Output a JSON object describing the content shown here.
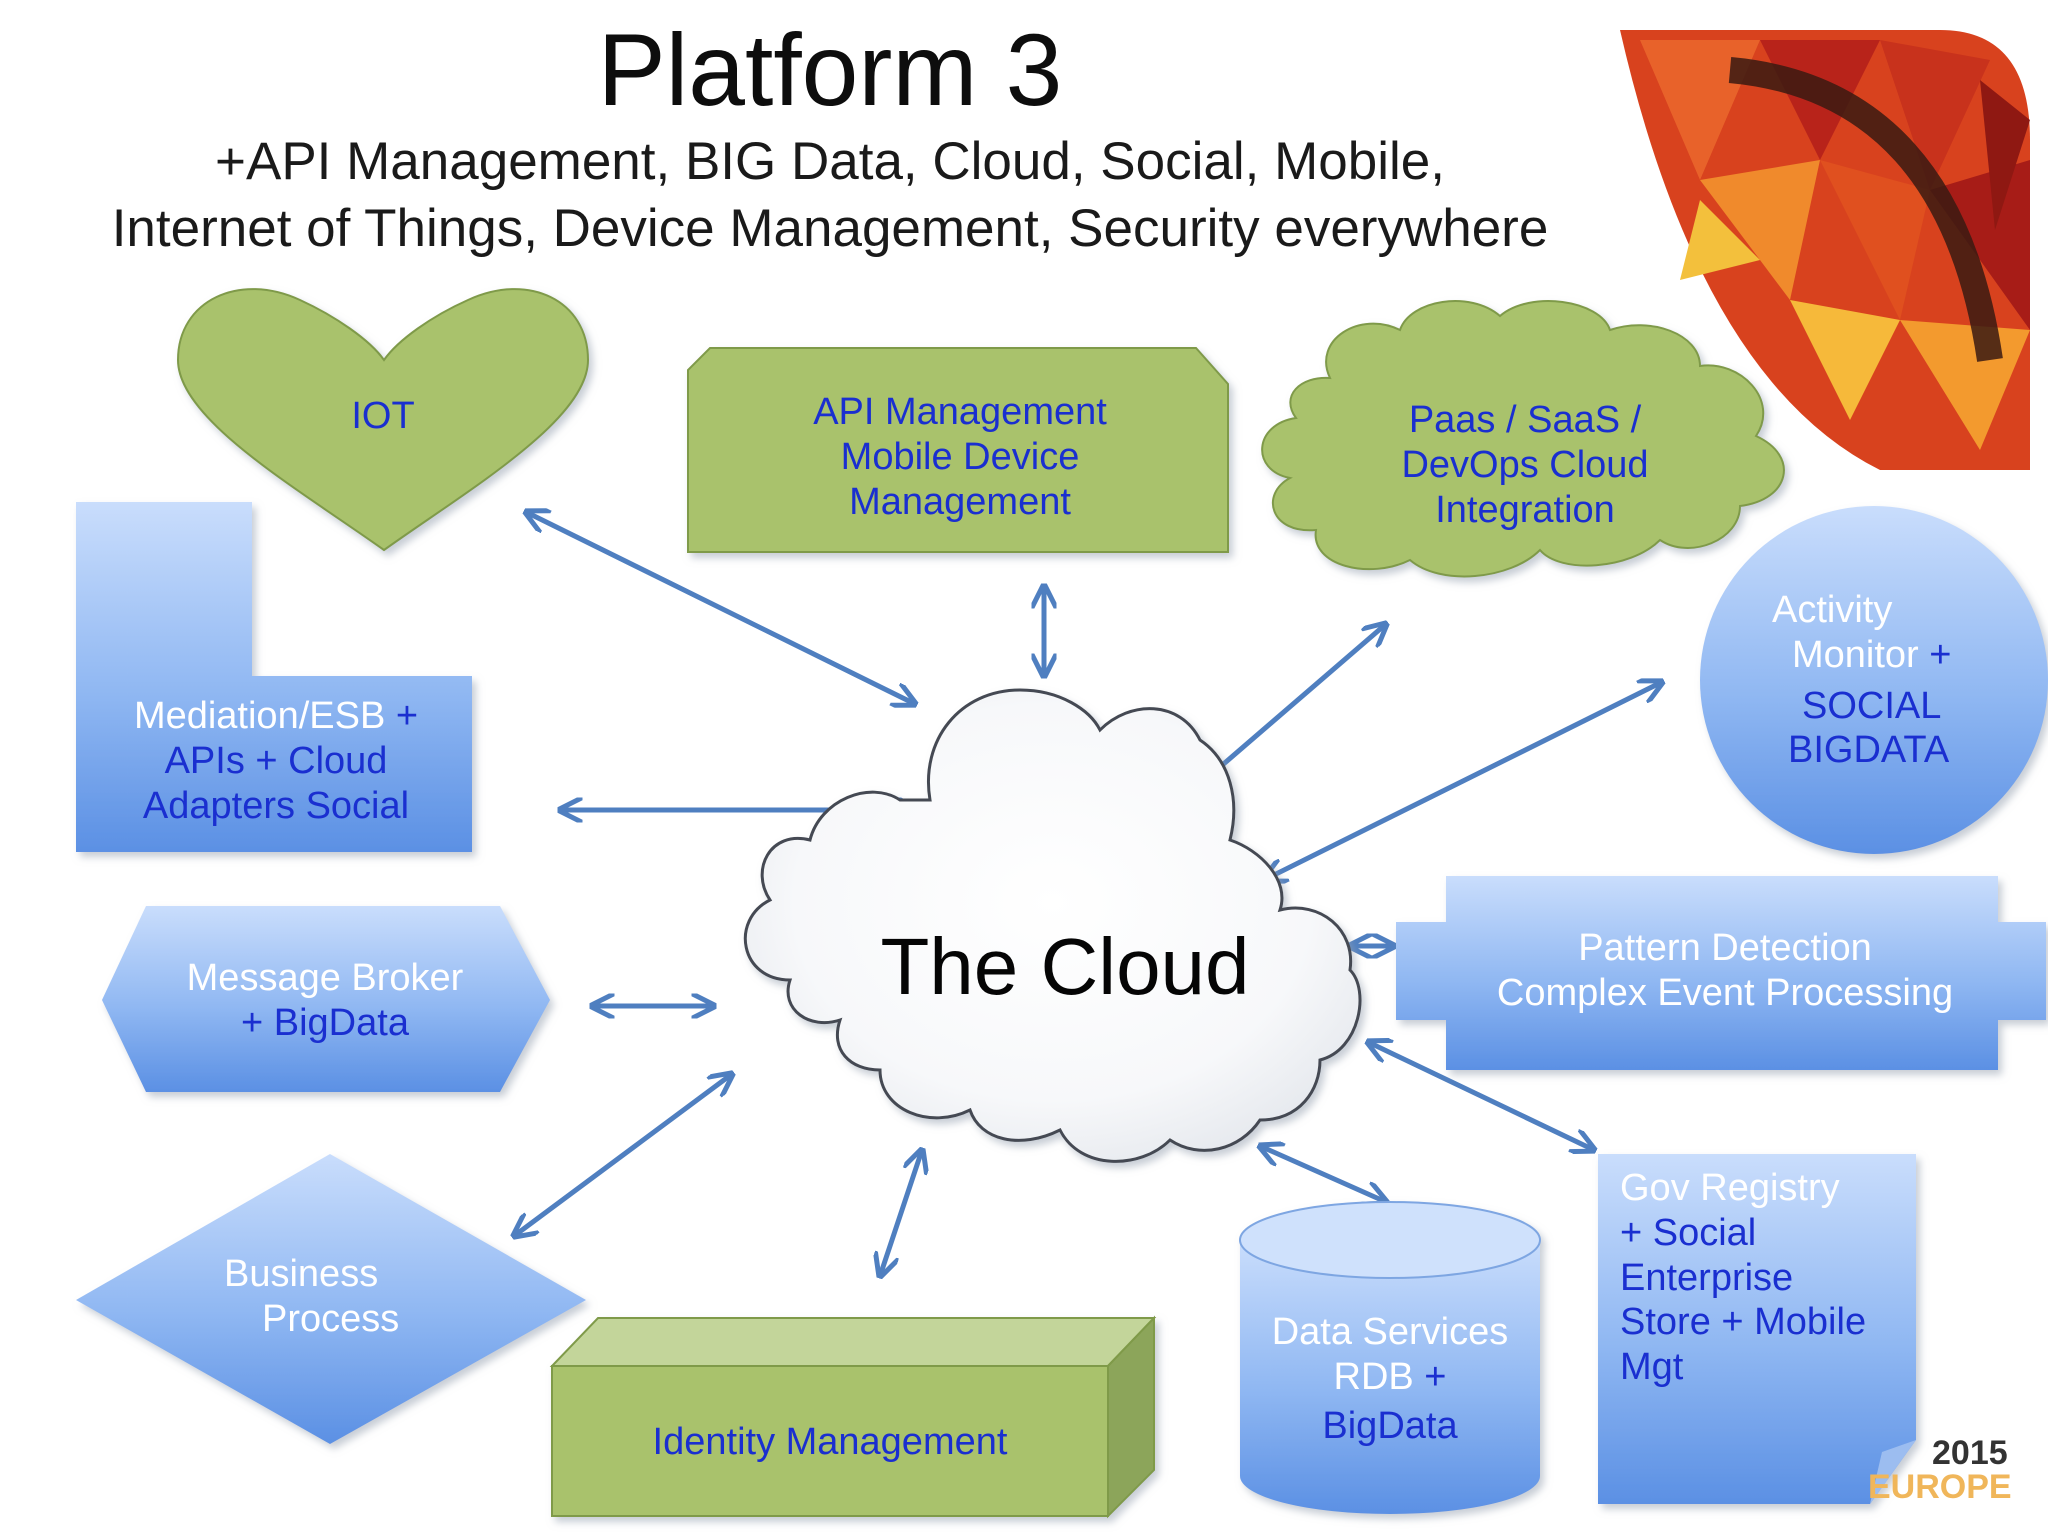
{
  "title": "Platform 3",
  "subtitle": {
    "line1": "+API Management, BIG Data, Cloud, Social, Mobile,",
    "line2": "Internet of Things, Device Management, Security everywhere"
  },
  "center": {
    "label": "The Cloud"
  },
  "nodes": {
    "iot": {
      "label": "IOT"
    },
    "api": {
      "line1": "API Management",
      "line2": "Mobile Device",
      "line3": "Management"
    },
    "paas": {
      "line1": "Paas / SaaS /",
      "line2": "DevOps Cloud",
      "line3": "Integration"
    },
    "activity": {
      "line1": "Activity",
      "line2a": "Monitor ",
      "line2b": "+",
      "line3": "SOCIAL",
      "line4": "BIGDATA"
    },
    "mediation": {
      "line1a": "Mediation/ESB ",
      "line1b": "+",
      "line2": "APIs + Cloud",
      "line3": "Adapters Social"
    },
    "pattern": {
      "line1": "Pattern Detection",
      "line2": "Complex Event Processing"
    },
    "broker": {
      "line1": "Message Broker",
      "line2": "+ BigData"
    },
    "business": {
      "line1": "Business",
      "line2": "Process"
    },
    "identity": {
      "label": "Identity Management"
    },
    "data": {
      "line1": "Data Services",
      "line2a": "RDB ",
      "line2b": "+",
      "line3": "BigData"
    },
    "gov": {
      "line1": "Gov Registry",
      "line2": "+ Social",
      "line3": "Enterprise",
      "line4": "Store + Mobile",
      "line5": "Mgt"
    }
  },
  "badge": {
    "year": "2015",
    "region": "EUROPE"
  },
  "colors": {
    "green_fill": "#a9c26c",
    "green_stroke": "#7f9a4a",
    "blue_top": "#c7dcfb",
    "blue_bottom": "#5f95e6",
    "arrow": "#4f7fc0",
    "label_blue": "#1a2fd0"
  }
}
